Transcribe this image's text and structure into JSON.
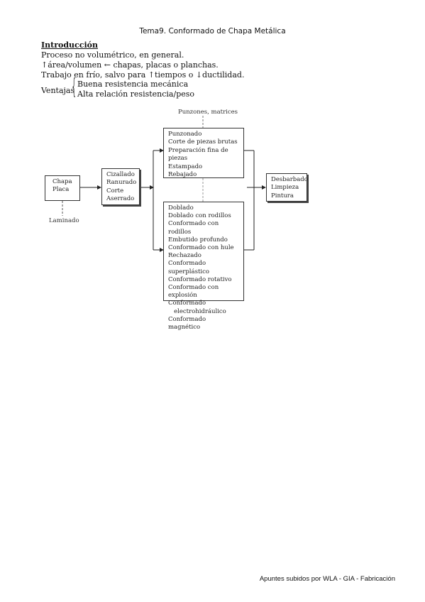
{
  "header": {
    "title": "Tema9. Conformado de Chapa Metálica"
  },
  "intro": {
    "title": "Introducción",
    "lines": [
      "Proceso no volumétrico, en general.",
      "↑área/volumen ← chapas, placas o planchas.",
      "Trabajo en frío, salvo para ↑tiempos o ↓ductilidad."
    ],
    "ventajas_label": "Ventajas",
    "ventajas": [
      "Buena resistencia mecánica",
      "Alta relación resistencia/peso"
    ]
  },
  "diagram": {
    "top_label": "Punzones, matrices",
    "bottom_label": "Laminado",
    "input_box": [
      "Chapa",
      "Placa"
    ],
    "cut_box": [
      "Cizallado",
      "Ranurado",
      "Corte",
      "Aserrado"
    ],
    "upper_box": [
      "Punzonado",
      "Corte de piezas brutas",
      "Preparación fina de piezas",
      "Estampado",
      "Rebajado"
    ],
    "lower_box": [
      "Doblado",
      "Doblado con rodillos",
      "Conformado con rodillos",
      "Embutido profundo",
      "Conformado con hule",
      "Rechazado",
      "Conformado superplástico",
      "Conformado rotativo",
      "Conformado con explosión",
      "Conformado",
      "   electrohidráulico",
      "Conformado magnético"
    ],
    "finish_box": [
      "Desbarbado",
      "Limpieza",
      "Pintura"
    ]
  },
  "footer": {
    "text": "Apuntes subidos por WLA - GIA - Fabricación"
  }
}
